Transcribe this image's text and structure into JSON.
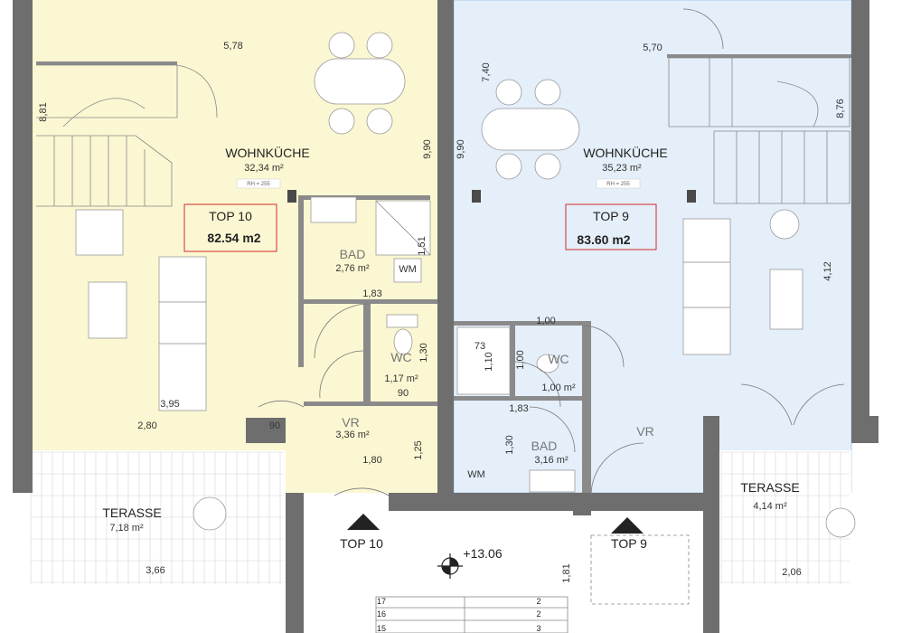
{
  "units": {
    "top10": {
      "name": "TOP 10",
      "area": "82.54 m2"
    },
    "top9": {
      "name": "TOP 9",
      "area": "83.60 m2"
    }
  },
  "rooms": {
    "wk10": {
      "name": "WOHNKÜCHE",
      "area": "32,34 m²",
      "rh": "RH = 255"
    },
    "wk9": {
      "name": "WOHNKÜCHE",
      "area": "35,23 m²",
      "rh": "RH = 255"
    },
    "bad10": {
      "name": "BAD",
      "area": "2,76 m²"
    },
    "wc10": {
      "name": "WC",
      "area": "1,17 m²"
    },
    "vr10": {
      "name": "VR",
      "area": "3,36 m²"
    },
    "bad9": {
      "name": "BAD",
      "area": "3,16 m²"
    },
    "wc9": {
      "name": "WC",
      "area": "1,00 m²"
    },
    "vr9": {
      "name": "VR"
    },
    "ter10": {
      "name": "TERASSE",
      "area": "7,18 m²"
    },
    "ter9": {
      "name": "TERASSE",
      "area": "4,14 m²"
    },
    "wm10": "WM",
    "wm9": "WM"
  },
  "dimensions": {
    "d578": "5,78",
    "d570": "5,70",
    "d881": "8,81",
    "d740": "7,40",
    "d990a": "9,90",
    "d990b": "9,90",
    "d876": "8,76",
    "d412": "4,12",
    "d151": "1,51",
    "d183a": "1,83",
    "d130a": "1,30",
    "d90a": "90",
    "d90b": "90",
    "d395": "3,95",
    "d280": "2,80",
    "d125": "1,25",
    "d180": "1,80",
    "d366": "3,66",
    "d100a": "1,00",
    "d73": "73",
    "d110": "1,10",
    "d100b": "1,00",
    "d183b": "1,83",
    "d130b": "1,30",
    "d206": "2,06",
    "d181": "1,81"
  },
  "entrances": {
    "top10": "TOP 10",
    "top9": "TOP 9"
  },
  "level": "+13.06",
  "stairs": {
    "s17": "17",
    "s16": "16",
    "s15": "15",
    "s2a": "2",
    "s2b": "2",
    "s3": "3"
  }
}
